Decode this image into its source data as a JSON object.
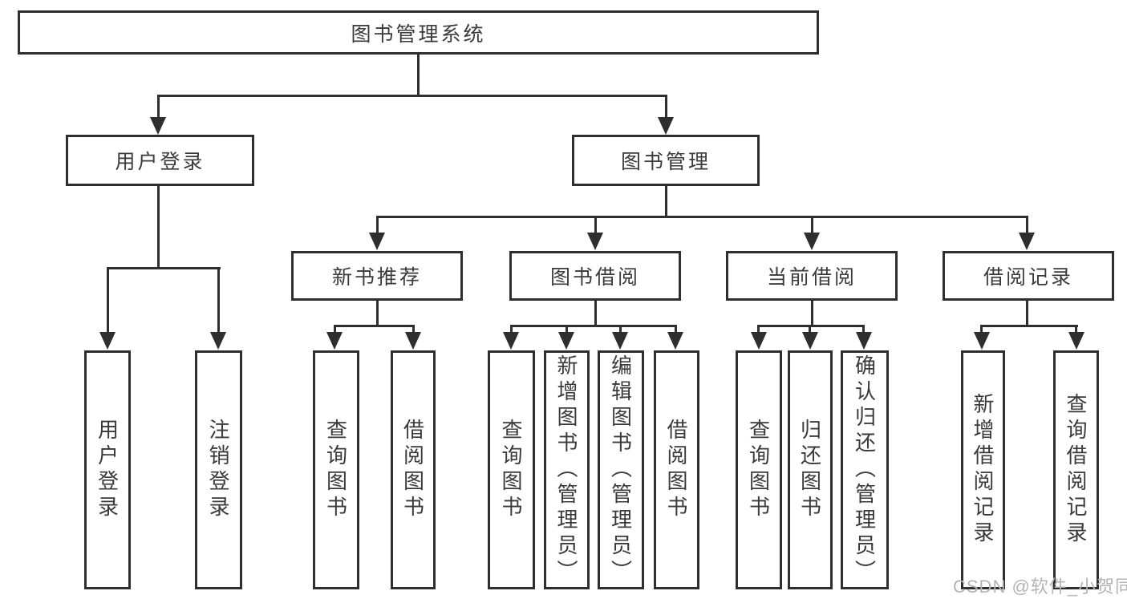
{
  "diagram_title": "图书管理系统",
  "tree": {
    "root": {
      "label": "图书管理系统"
    },
    "branches": [
      {
        "label": "用户登录",
        "children": [
          {
            "label": "用户登录"
          },
          {
            "label": "注销登录"
          }
        ]
      },
      {
        "label": "图书管理",
        "children": [
          {
            "label": "新书推荐",
            "children": [
              {
                "label": "查询图书"
              },
              {
                "label": "借阅图书"
              }
            ]
          },
          {
            "label": "图书借阅",
            "children": [
              {
                "label": "查询图书"
              },
              {
                "label": "新增图书（管理员）"
              },
              {
                "label": "编辑图书（管理员）"
              },
              {
                "label": "借阅图书"
              }
            ]
          },
          {
            "label": "当前借阅",
            "children": [
              {
                "label": "查询图书"
              },
              {
                "label": "归还图书"
              },
              {
                "label": "确认归还（管理员）"
              }
            ]
          },
          {
            "label": "借阅记录",
            "children": [
              {
                "label": "新增借阅记录"
              },
              {
                "label": "查询借阅记录"
              }
            ]
          }
        ]
      }
    ]
  },
  "watermark": "CSDN @软件_小贺同学",
  "colors": {
    "line": "#2e2e2e",
    "text": "#3a3a3a",
    "background": "#ffffff",
    "watermark": "#b4b4b4"
  }
}
